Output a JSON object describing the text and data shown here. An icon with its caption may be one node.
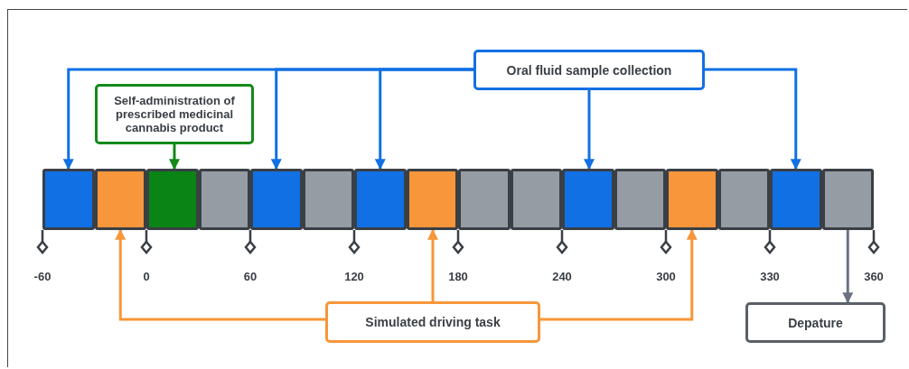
{
  "diagram": {
    "nodes": [
      {
        "text": [
          "Oral fluid sample collection"
        ]
      },
      {
        "text": [
          "Self-administration of prescribed medicinal cannabis product"
        ]
      },
      {
        "text": [],
        "shape": "box"
      },
      {
        "text": [],
        "shape": "box"
      },
      {
        "text": [],
        "shape": "box"
      },
      {
        "text": [],
        "shape": "box"
      },
      {
        "text": [],
        "shape": "box"
      },
      {
        "text": [],
        "shape": "box"
      },
      {
        "text": [],
        "shape": "box"
      },
      {
        "text": [],
        "shape": "box"
      },
      {
        "text": [],
        "shape": "box"
      },
      {
        "text": [],
        "shape": "box"
      },
      {
        "text": [],
        "shape": "box"
      },
      {
        "text": [],
        "shape": "box"
      },
      {
        "text": [],
        "shape": "box"
      },
      {
        "text": [],
        "shape": "box"
      },
      {
        "text": [],
        "shape": "box"
      },
      {
        "text": [],
        "shape": "box"
      },
      {
        "text": [
          "Simulated driving task"
        ]
      },
      {
        "text": [
          "Depature"
        ]
      }
    ],
    "edges": [
      {
        "from": 0,
        "to": 2,
        "arrow": "to"
      },
      {
        "from": 0,
        "to": 6,
        "arrow": "to"
      },
      {
        "from": 0,
        "to": 8,
        "arrow": "to"
      },
      {
        "from": 0,
        "to": 12,
        "arrow": "to"
      },
      {
        "from": 0,
        "to": 16,
        "arrow": "to"
      },
      {
        "from": 1,
        "to": 4,
        "arrow": "to",
        "color": "#138a1a"
      },
      {
        "from": 18,
        "to": 3,
        "arrow": "to",
        "color": "#f7963a"
      },
      {
        "from": 18,
        "to": 9,
        "arrow": "to",
        "color": "#f7963a"
      },
      {
        "from": 18,
        "to": 14,
        "arrow": "to",
        "color": "#f7963a"
      },
      {
        "from": 17,
        "to": 19,
        "arrow": "to",
        "color": "#6b7280"
      }
    ],
    "labels": [
      "-60",
      "0",
      "60",
      "120",
      "180",
      "240",
      "300",
      "330",
      "360"
    ]
  }
}
